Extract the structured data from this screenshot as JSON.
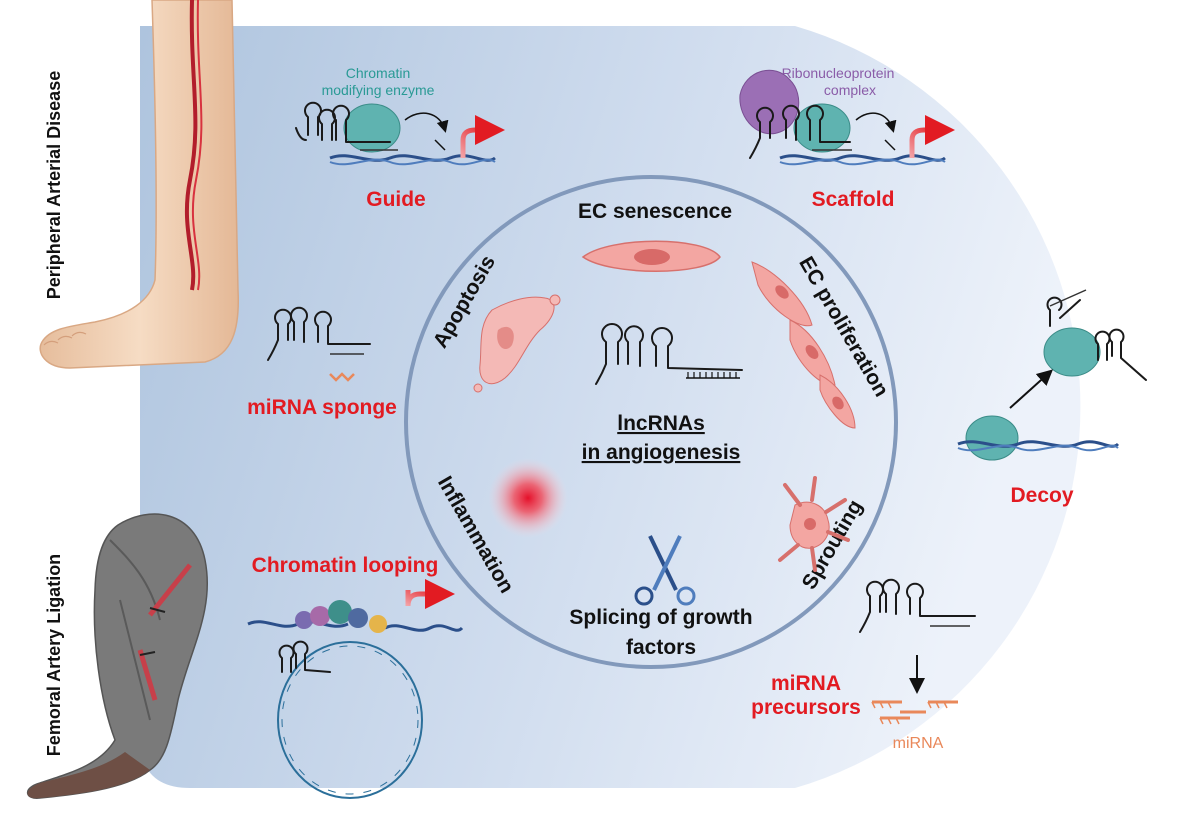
{
  "side_labels": {
    "top": "Peripheral Arterial Disease",
    "bottom": "Femoral Artery Ligation"
  },
  "center": {
    "line1": "lncRNAs",
    "line2": "in angiogenesis"
  },
  "ring_labels": {
    "senescence": "EC senescence",
    "proliferation": "EC proliferation",
    "sprouting": "Sprouting",
    "splicing_line1": "Splicing of growth",
    "splicing_line2": "factors",
    "inflammation": "Inflammation",
    "apoptosis": "Apoptosis"
  },
  "mechanisms": {
    "guide": "Guide",
    "scaffold": "Scaffold",
    "sponge": "miRNA sponge",
    "decoy": "Decoy",
    "looping": "Chromatin looping",
    "precursors_line1": "miRNA",
    "precursors_line2": "precursors"
  },
  "annotations": {
    "chromatin_line1": "Chromatin",
    "chromatin_line2": "modifying enzyme",
    "rnp_line1": "Ribonucleoprotein",
    "rnp_line2": "complex",
    "mirna": "miRNA"
  },
  "colors": {
    "mechanism_label": "#e21b22",
    "ring": "#7f93b4",
    "panel_start": "#b7cbe2",
    "panel_end": "#e9f0f9",
    "protein_teal": "#5fb3b0",
    "protein_purple": "#9b6fb5"
  }
}
